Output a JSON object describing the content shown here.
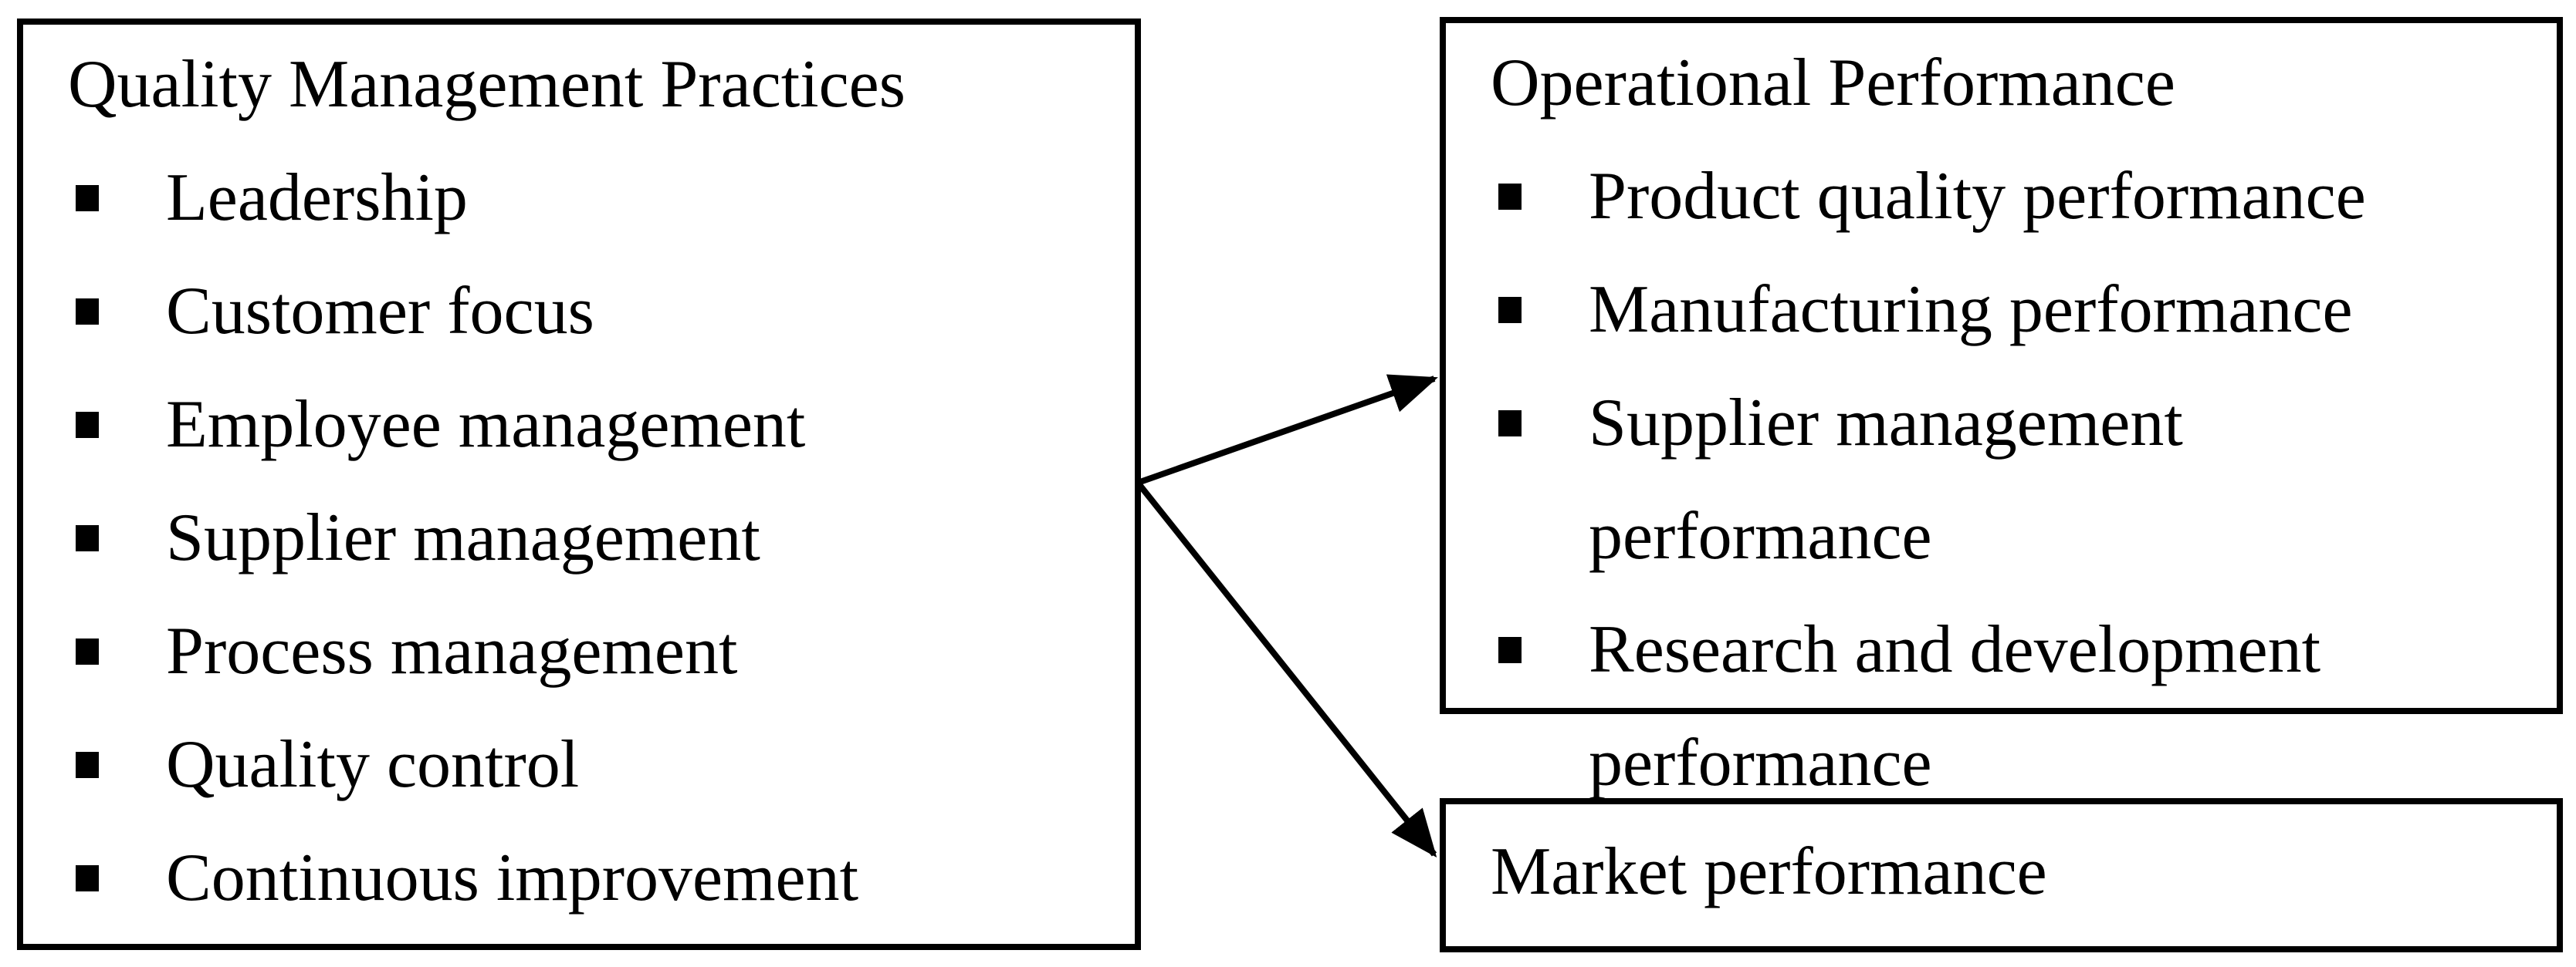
{
  "diagram": {
    "left_box": {
      "title": "Quality Management Practices",
      "items": [
        "Leadership",
        "Customer focus",
        "Employee management",
        "Supplier management",
        "Process management",
        "Quality control",
        "Continuous improvement"
      ]
    },
    "top_right_box": {
      "title": "Operational Performance",
      "items": [
        "Product quality performance",
        "Manufacturing performance",
        "Supplier management performance",
        "Research and development performance"
      ]
    },
    "bottom_right_box": {
      "title": "Market performance"
    },
    "colors": {
      "border": "#000000",
      "text": "#000000",
      "background": "#ffffff",
      "arrow": "#000000"
    }
  }
}
